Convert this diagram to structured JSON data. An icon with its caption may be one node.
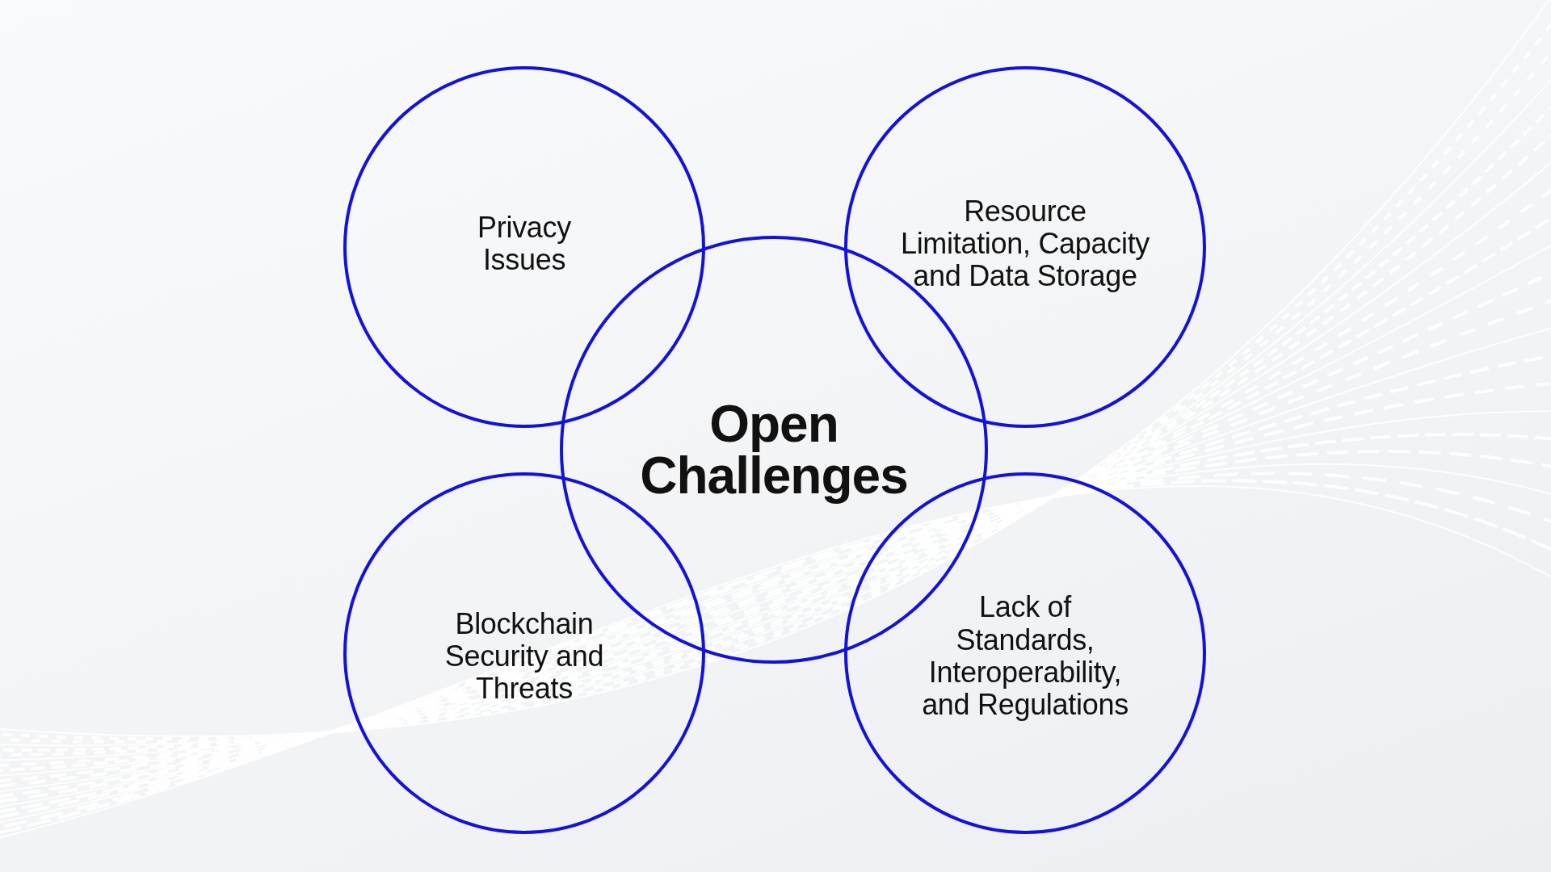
{
  "diagram": {
    "nodes": [
      {
        "text": [
          "Privacy Issues"
        ]
      },
      {
        "text": [
          "Resource Limitation, Capacity and Data Storage"
        ]
      },
      {
        "text": [
          "Open Challenges"
        ]
      },
      {
        "text": [
          "Blockchain Security and Threats"
        ]
      },
      {
        "text": [
          "Lack of Standards, Interoperability, and Regulations"
        ]
      }
    ]
  }
}
